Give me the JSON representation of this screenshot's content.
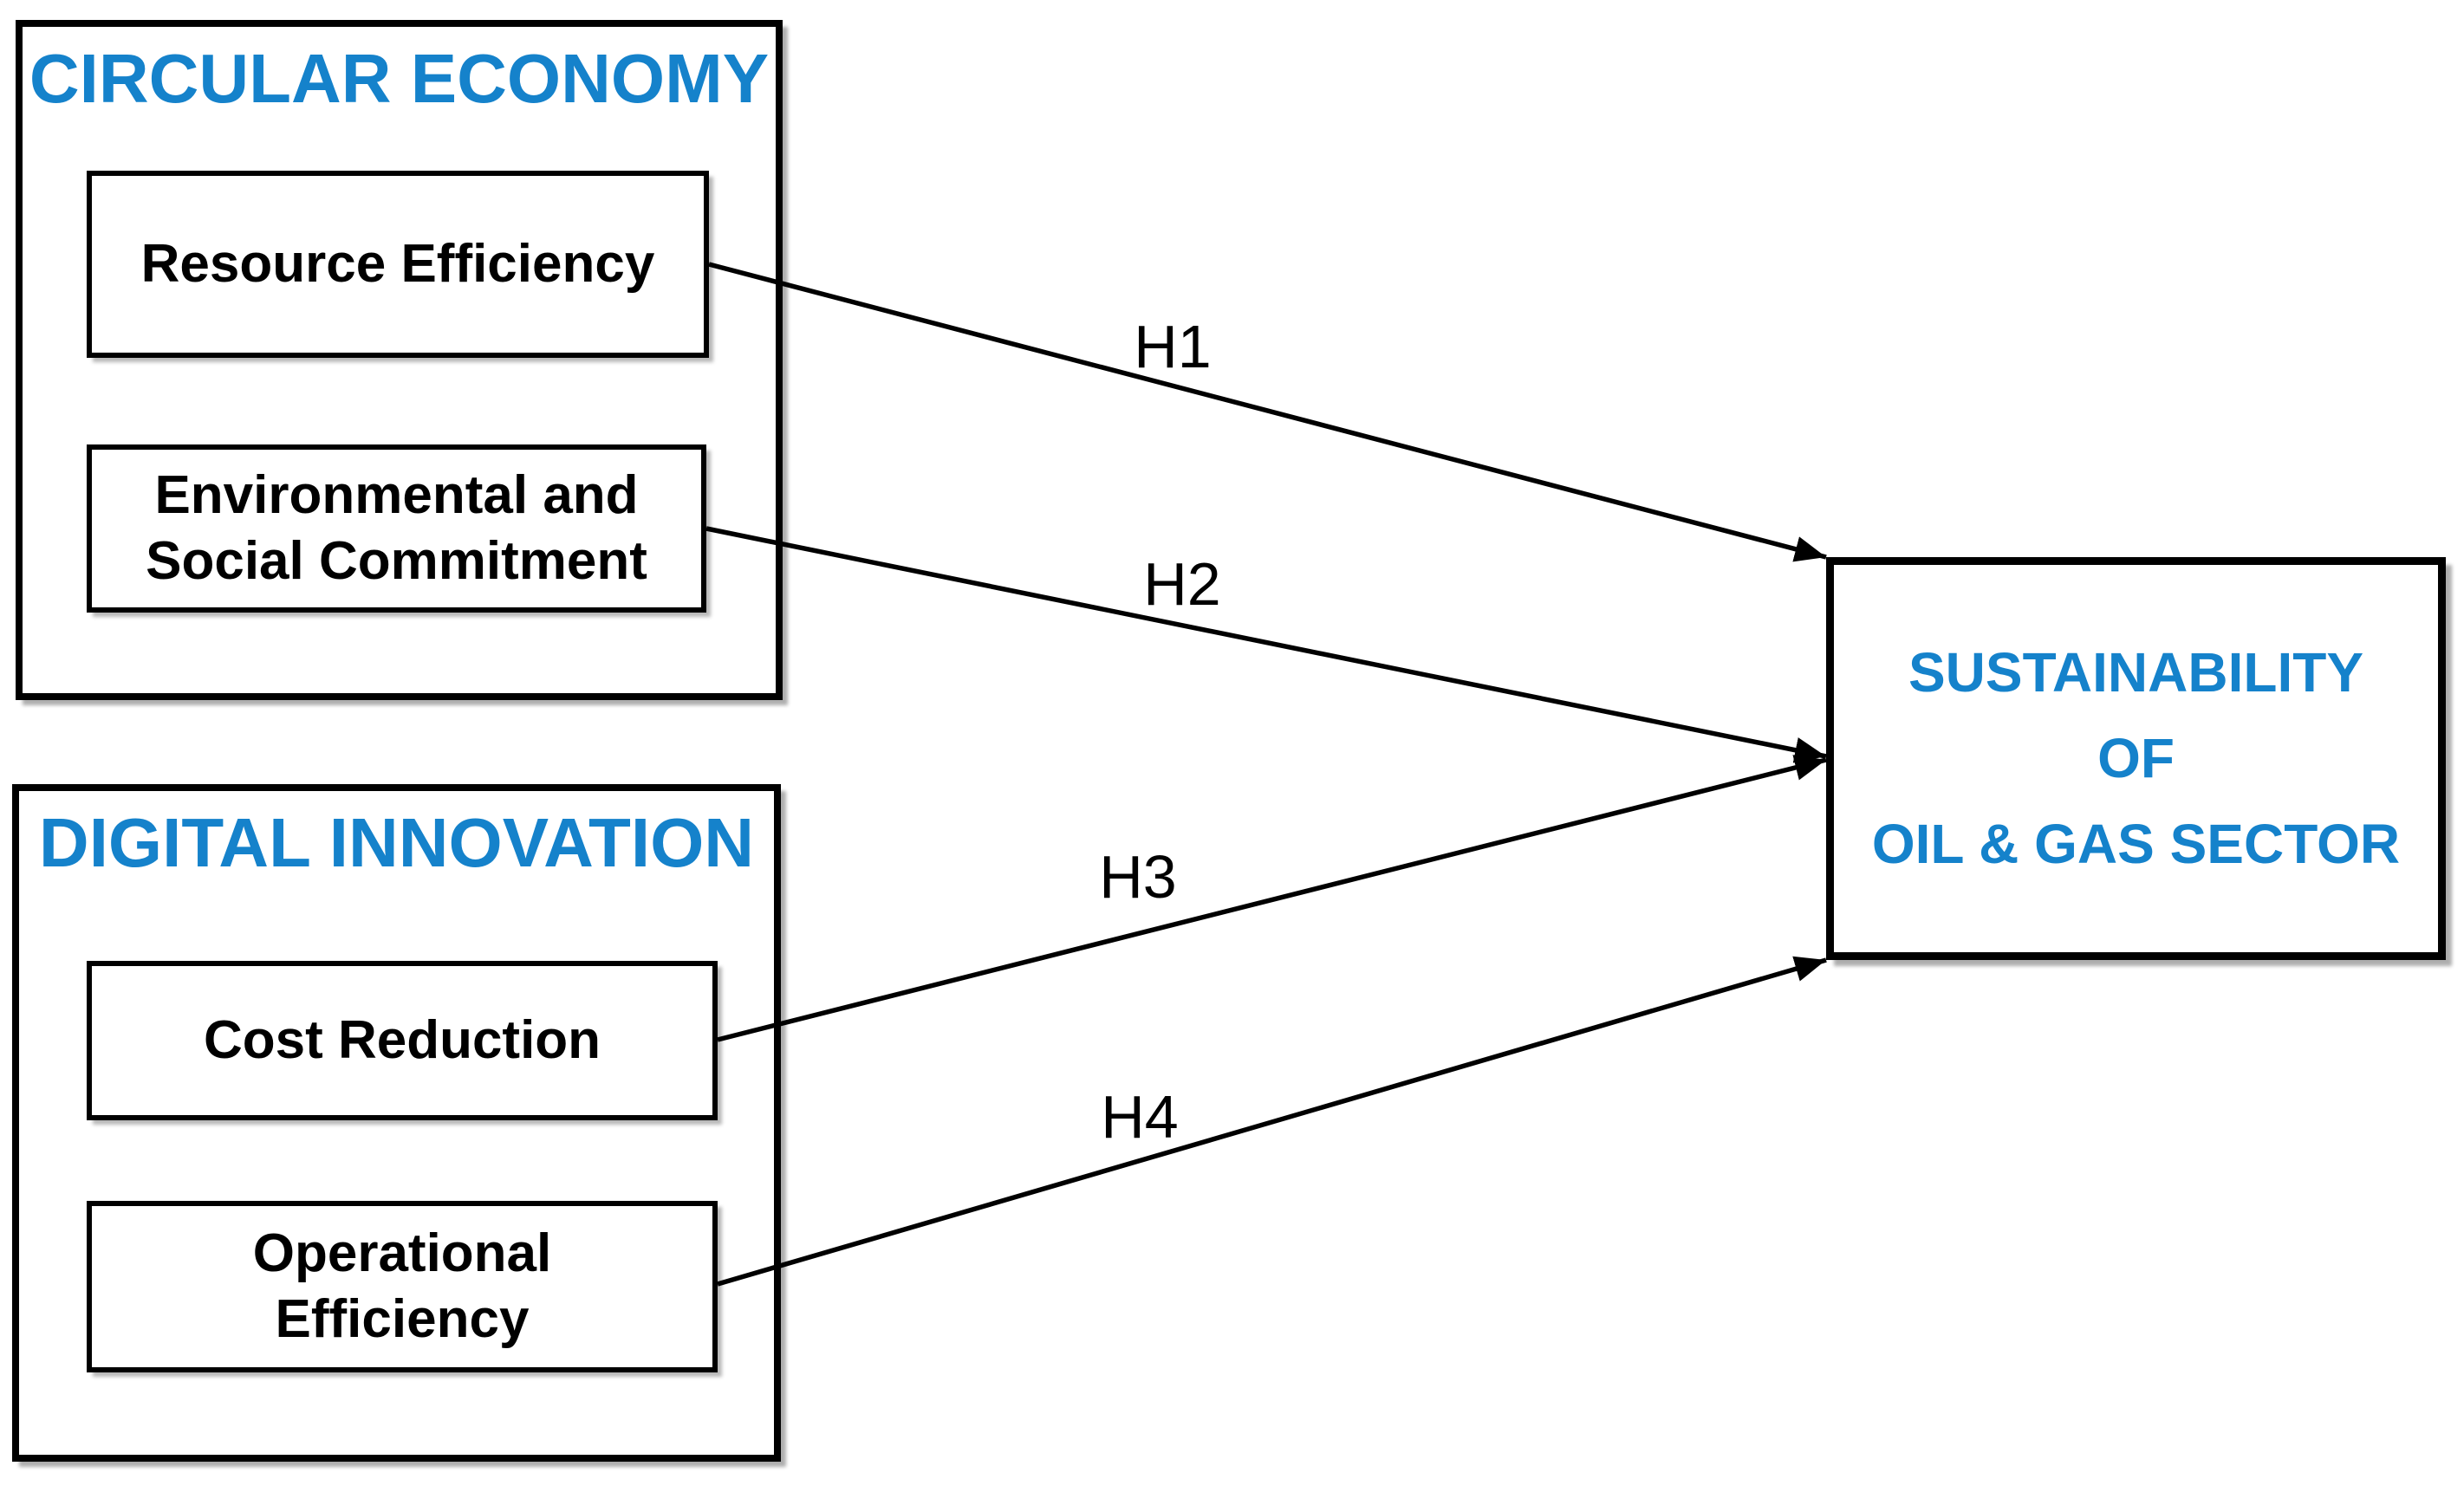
{
  "diagram": {
    "type": "conceptual-framework",
    "background": "#FFFFFF",
    "colors": {
      "accent_blue": "#1582CB",
      "line": "#000000",
      "text": "#000000"
    },
    "groups": [
      {
        "title": "CIRCULAR ECONOMY",
        "nodes": [
          {
            "label": "Resource Efficiency"
          },
          {
            "label": "Environmental and\nSocial Commitment"
          }
        ]
      },
      {
        "title": "DIGITAL INNOVATION",
        "nodes": [
          {
            "label": "Cost Reduction"
          },
          {
            "label": "Operational\nEfficiency"
          }
        ]
      }
    ],
    "outcome": {
      "label": "SUSTAINABILITY\nOF\nOIL & GAS SECTOR"
    },
    "hypotheses": [
      {
        "label": "H1",
        "from": "Resource Efficiency",
        "to": "Sustainability of Oil & Gas Sector"
      },
      {
        "label": "H2",
        "from": "Environmental and Social Commitment",
        "to": "Sustainability of Oil & Gas Sector"
      },
      {
        "label": "H3",
        "from": "Cost Reduction",
        "to": "Sustainability of Oil & Gas Sector"
      },
      {
        "label": "H4",
        "from": "Operational Efficiency",
        "to": "Sustainability of Oil & Gas Sector"
      }
    ]
  }
}
